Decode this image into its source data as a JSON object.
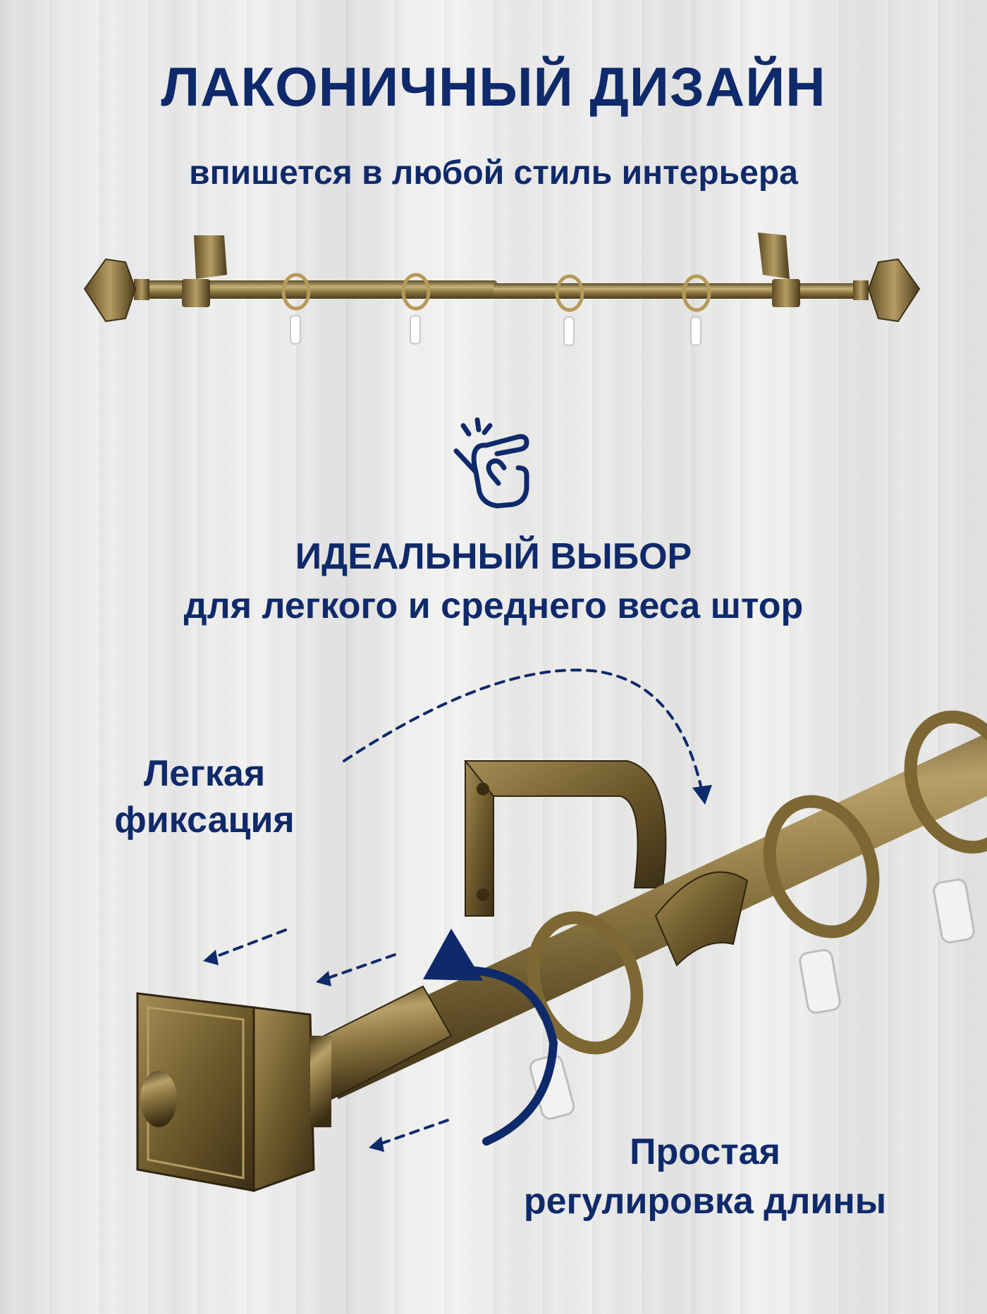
{
  "header": {
    "title": "ЛАКОНИЧНЫЙ ДИЗАЙН",
    "subtitle": "впишется в любой стиль интерьера"
  },
  "choice": {
    "icon": "finger-snap-icon",
    "line1": "ИДЕАЛЬНЫЙ ВЫБОР",
    "line2": "для легкого и среднего веса штор"
  },
  "features": {
    "fixation": {
      "line1": "Легкая",
      "line2": "фиксация"
    },
    "adjustment": {
      "line1": "Простая",
      "line2": "регулировка длины"
    }
  },
  "colors": {
    "accent": "#0f2a6b",
    "brass": "#8a7440"
  }
}
